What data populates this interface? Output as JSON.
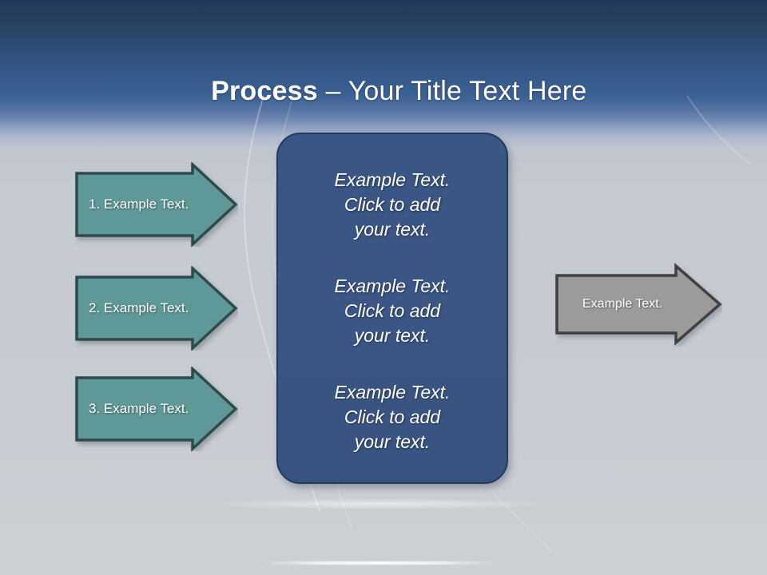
{
  "slide": {
    "title": {
      "bold_part": "Process",
      "rest": " – Your Title Text Here"
    },
    "background": {
      "top_color": "#21385b",
      "mid_color": "#3b6093",
      "bottom_color": "#cdd0d5"
    },
    "input_arrows": [
      {
        "label": "1. Example Text.",
        "fill": "#5f9898",
        "border": "#2e4c4c"
      },
      {
        "label": "2. Example Text.",
        "fill": "#5f9898",
        "border": "#2e4c4c"
      },
      {
        "label": "3. Example Text.",
        "fill": "#5f9898",
        "border": "#2e4c4c"
      }
    ],
    "center_box": {
      "fill": "#3a5685",
      "border": "#23395e",
      "blocks": [
        "Example Text.\nClick  to add\nyour text.",
        "Example Text.\nClick  to add\nyour text.",
        "Example Text.\nClick  to add\nyour text."
      ]
    },
    "output_arrow": {
      "label": "Example Text.",
      "fill": "#9b9b9b",
      "border": "#3f3f3f"
    }
  }
}
